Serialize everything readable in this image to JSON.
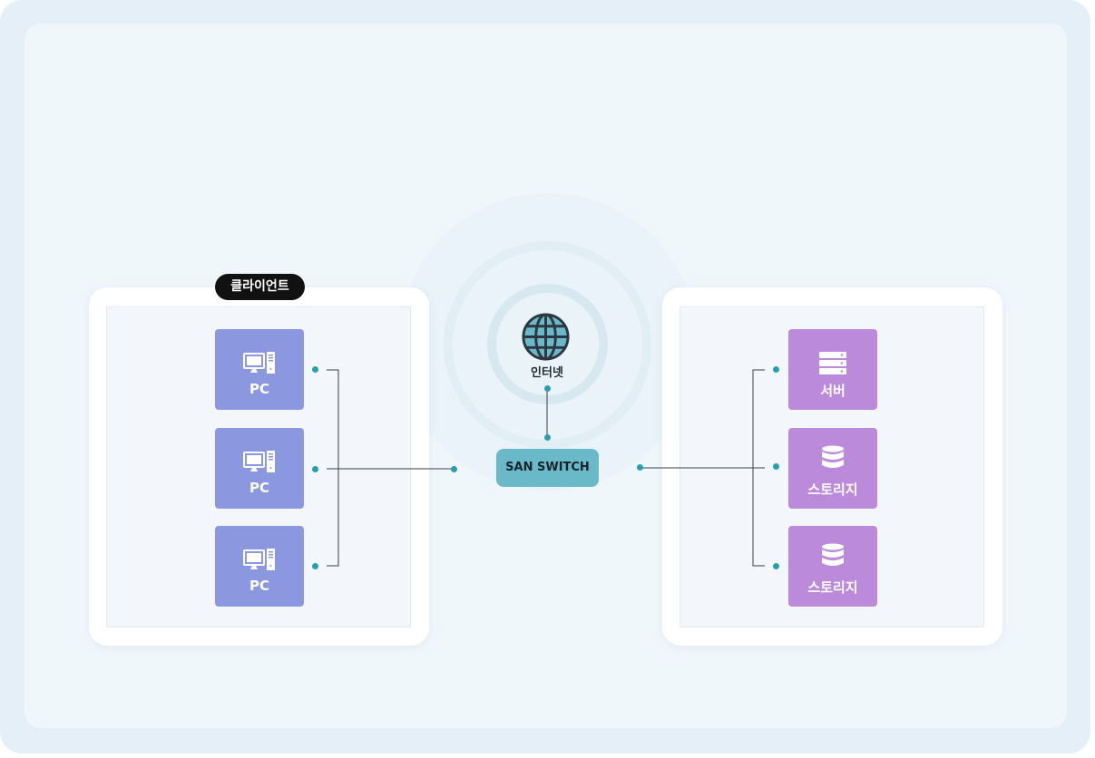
{
  "diagram": {
    "client_group_label": "클라이언트",
    "internet_label": "인터넷",
    "switch_label": "SAN SWITCH",
    "clients": [
      {
        "label": "PC",
        "icon": "pc-icon"
      },
      {
        "label": "PC",
        "icon": "pc-icon"
      },
      {
        "label": "PC",
        "icon": "pc-icon"
      }
    ],
    "servers": [
      {
        "label": "서버",
        "icon": "server-icon"
      },
      {
        "label": "스토리지",
        "icon": "storage-icon"
      },
      {
        "label": "스토리지",
        "icon": "storage-icon"
      }
    ],
    "colors": {
      "pc": "#8b98e0",
      "server": "#bc8adb",
      "switch": "#69b9c8",
      "connector_dot": "#27a0ad",
      "line": "#3a3f45",
      "label_pill": "#111111"
    }
  }
}
